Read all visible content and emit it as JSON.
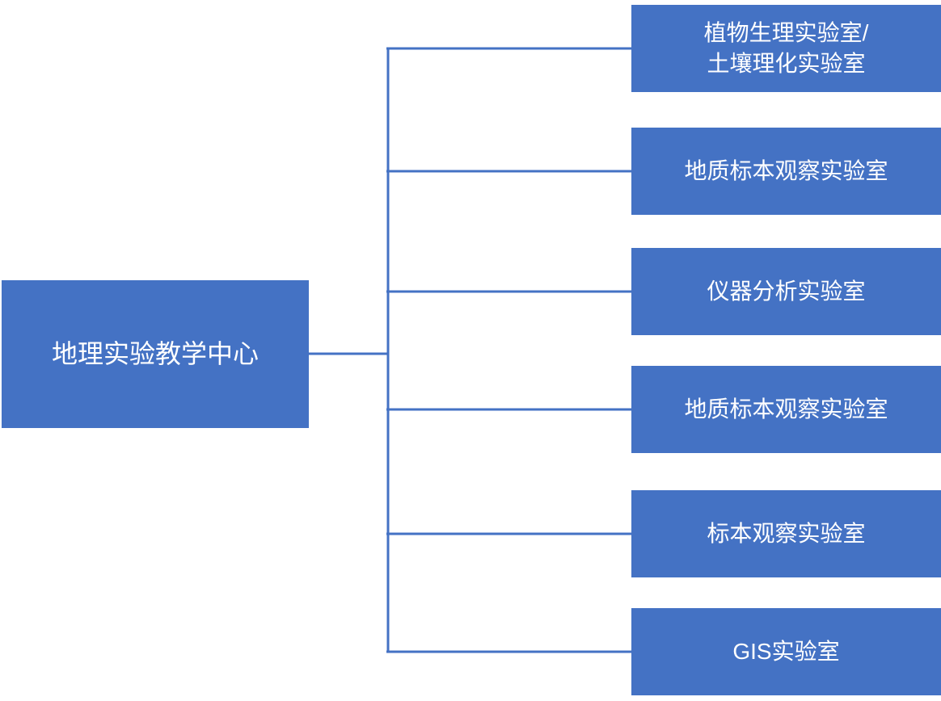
{
  "diagram": {
    "type": "tree",
    "root": {
      "label": "地理实验教学中心"
    },
    "children": [
      {
        "label": "植物生理实验室/\n土壤理化实验室"
      },
      {
        "label": "地质标本观察实验室"
      },
      {
        "label": "仪器分析实验室"
      },
      {
        "label": "地质标本观察实验室"
      },
      {
        "label": "标本观察实验室"
      },
      {
        "label": "GIS实验室"
      }
    ],
    "colors": {
      "box_fill": "#4472C4",
      "line": "#4472C4",
      "text": "#FFFFFF",
      "background": "#FFFFFF"
    }
  }
}
